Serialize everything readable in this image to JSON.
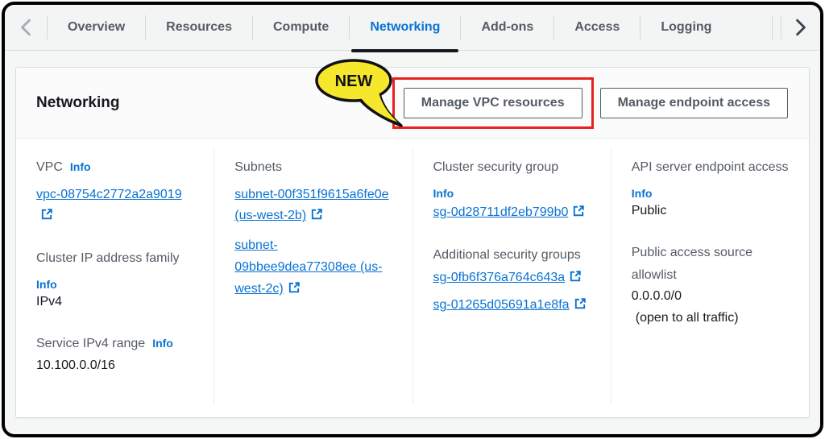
{
  "tabs": {
    "items": [
      {
        "label": "Overview",
        "active": false
      },
      {
        "label": "Resources",
        "active": false
      },
      {
        "label": "Compute",
        "active": false
      },
      {
        "label": "Networking",
        "active": true
      },
      {
        "label": "Add-ons",
        "active": false
      },
      {
        "label": "Access",
        "active": false
      },
      {
        "label": "Logging",
        "active": false
      }
    ]
  },
  "callout": {
    "label": "NEW"
  },
  "panel": {
    "title": "Networking",
    "actions": {
      "manage_vpc_label": "Manage VPC resources",
      "manage_endpoint_label": "Manage endpoint access"
    }
  },
  "columns": [
    {
      "fields": [
        {
          "label": "VPC",
          "info": "Info",
          "links": [
            {
              "text": "vpc-08754c2772a2a9019",
              "external": true
            }
          ]
        },
        {
          "label": "Cluster IP address family",
          "info": "Info",
          "value": "IPv4"
        },
        {
          "label": "Service IPv4 range",
          "info": "Info",
          "value": "10.100.0.0/16"
        }
      ]
    },
    {
      "fields": [
        {
          "label": "Subnets",
          "links": [
            {
              "text": "subnet-00f351f9615a6fe0e (us-west-2b)",
              "external": true
            },
            {
              "text": "subnet-09bbee9dea77308ee (us-west-2c)",
              "external": true
            }
          ]
        }
      ]
    },
    {
      "fields": [
        {
          "label": "Cluster security group",
          "info": "Info",
          "links": [
            {
              "text": "sg-0d28711df2eb799b0",
              "external": true
            }
          ]
        },
        {
          "label": "Additional security groups",
          "links": [
            {
              "text": "sg-0fb6f376a764c643a",
              "external": true
            },
            {
              "text": "sg-01265d05691a1e8fa",
              "external": true
            }
          ]
        }
      ]
    },
    {
      "fields": [
        {
          "label": "API server endpoint access",
          "info": "Info",
          "value": "Public"
        },
        {
          "label": "Public access source allowlist",
          "value": "0.0.0.0/0",
          "value2": "(open to all traffic)"
        }
      ]
    }
  ],
  "colors": {
    "accent_blue": "#0972d3",
    "label_gray": "#545b64",
    "text_dark": "#16191f",
    "highlight_red": "#e7221c",
    "callout_yellow": "#f4e72c",
    "active_tab_underline": "#15191e"
  }
}
